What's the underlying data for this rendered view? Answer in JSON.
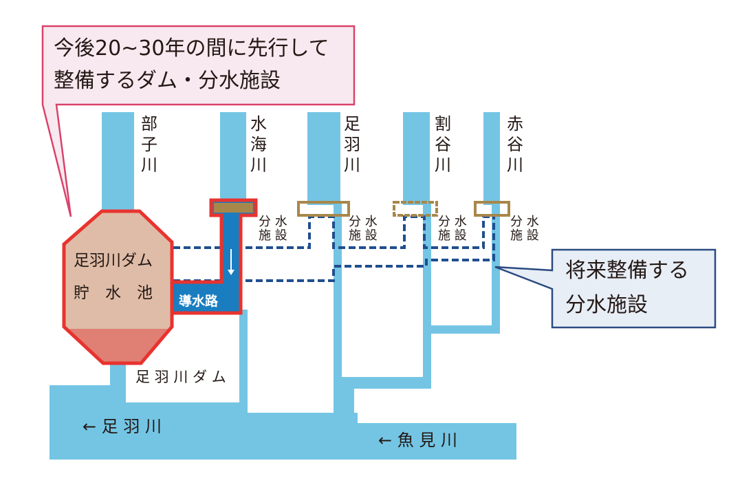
{
  "colors": {
    "river": "#74c5e4",
    "dam_outline": "#e8332f",
    "dam_fill": "#dfbca7",
    "dam_lower": "#e07f74",
    "conduit": "#1a7dc0",
    "facility": "#a8874a",
    "future_line": "#1f4e8f"
  },
  "callout_current": {
    "line1": "今後20~30年の間に先行して",
    "line2": "整備するダム・分水施設"
  },
  "callout_future": {
    "line1": "将来整備する",
    "line2": "分水施設"
  },
  "rivers": [
    {
      "chars": [
        "部",
        "子",
        "川"
      ]
    },
    {
      "chars": [
        "水",
        "海",
        "川"
      ]
    },
    {
      "chars": [
        "足",
        "羽",
        "川"
      ]
    },
    {
      "chars": [
        "割",
        "谷",
        "川"
      ]
    },
    {
      "chars": [
        "赤",
        "谷",
        "川"
      ]
    }
  ],
  "facility_label": {
    "line1": "分 水",
    "line2": "施 設"
  },
  "reservoir": {
    "line1": "足羽川ダム",
    "line2": "貯　水　池"
  },
  "conduit_label": "導水路",
  "dam_label": "足 羽 川 ダ ム",
  "downstream": {
    "asuwa": "←  足  羽  川",
    "uomi": "←  魚  見  川"
  }
}
